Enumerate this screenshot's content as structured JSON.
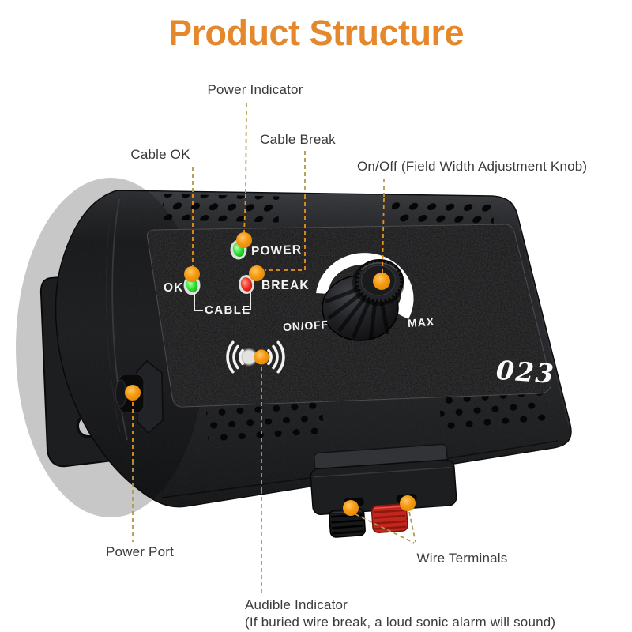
{
  "title": "Product Structure",
  "colors": {
    "title_accent": "#E5872B",
    "callout_line_on_white": "#AD9B4F",
    "callout_line_on_device": "#E8921C",
    "callout_dot": "#F59B13",
    "led_green": "#2EE432",
    "led_red": "#EF2B1C",
    "terminal_red_lever": "#C3261D",
    "device_body": "#1d1e20"
  },
  "labels": {
    "power_indicator": "Power Indicator",
    "cable_ok": "Cable OK",
    "cable_break": "Cable Break",
    "onoff_knob": "On/Off (Field Width Adjustment Knob)",
    "power_port": "Power Port",
    "wire_terminals": "Wire Terminals",
    "audible_indicator": "Audible Indicator",
    "audible_indicator_note": "(If buried wire break, a loud sonic alarm will sound)"
  },
  "device": {
    "panel": {
      "power": "POWER",
      "ok": "OK",
      "break": "BREAK",
      "cable": "CABLE",
      "onoff": "ON/OFF",
      "max": "MAX"
    },
    "code": "023"
  }
}
